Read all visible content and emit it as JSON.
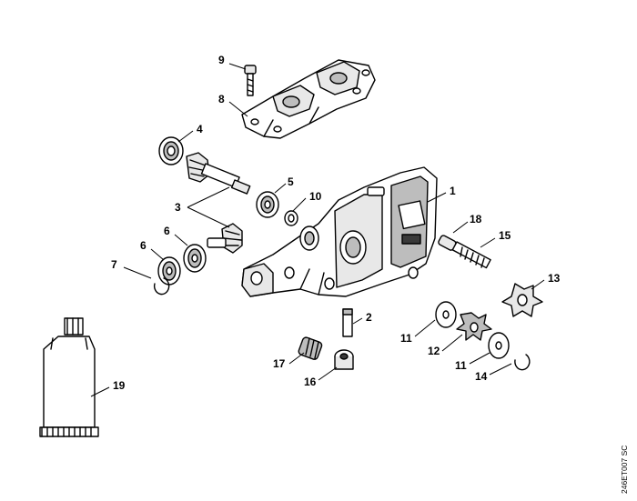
{
  "callouts": {
    "c1": "1",
    "c2": "2",
    "c3": "3",
    "c4": "4",
    "c5": "5",
    "c6a": "6",
    "c6b": "6",
    "c7": "7",
    "c8": "8",
    "c9": "9",
    "c10": "10",
    "c11a": "11",
    "c11b": "11",
    "c12": "12",
    "c13": "13",
    "c14": "14",
    "c15": "15",
    "c16": "16",
    "c17": "17",
    "c18": "18",
    "c19": "19"
  },
  "drawing_code": "246ET007 SC"
}
